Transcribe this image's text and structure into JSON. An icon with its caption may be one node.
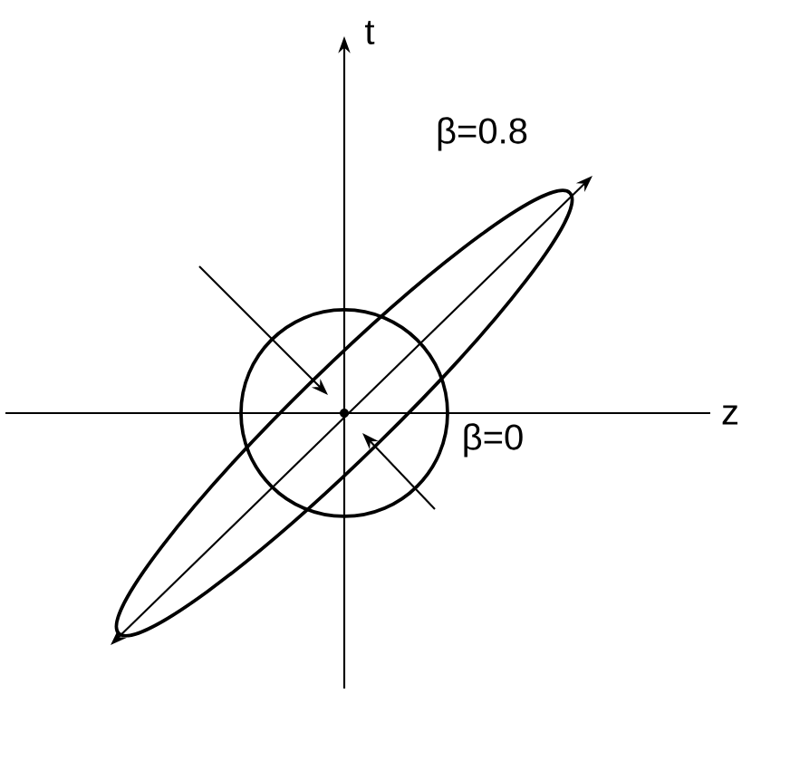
{
  "diagram": {
    "labels": [
      "t",
      "z",
      "β=0.8",
      "β=0"
    ]
  }
}
